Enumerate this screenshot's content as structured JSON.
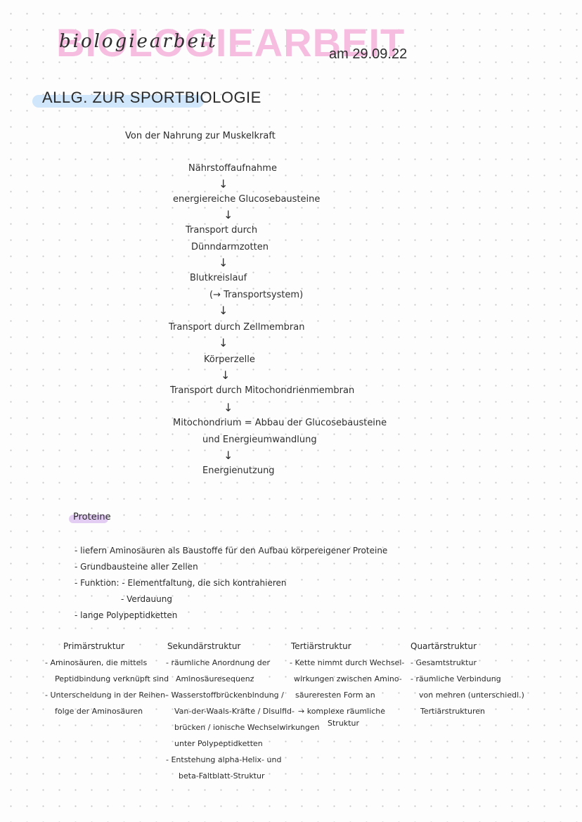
{
  "header": {
    "title_big": "BIOLOGIEARBEIT",
    "title_script": "biologiearbeit",
    "date": "am 29.09.22"
  },
  "section": {
    "title": "ALLG. ZUR SPORTBIOLOGIE",
    "subheading": "Von der Nahrung zur Muskelkraft"
  },
  "flow": {
    "steps": [
      "Nährstoffaufnahme",
      "energiereiche Glucosebausteine",
      "Transport durch",
      "Dünndarmzotten",
      "Blutkreislauf",
      "(→ Transportsystem)",
      "Transport durch Zellmembran",
      "Körperzelle",
      "Transport durch Mitochondrienmembran",
      "Mitochondrium = Abbau der Glucosebausteine",
      "und Energieumwandlung",
      "Energienutzung"
    ],
    "arrow": "↓"
  },
  "proteine": {
    "title": "Proteine",
    "bullets": [
      "- liefern Aminosäuren als Baustoffe für den Aufbau körpereigener Proteine",
      "- Grundbausteine aller Zellen",
      "- Funktion: - Elementfaltung, die sich kontrahieren",
      "- Verdauung",
      "- lange Polypeptidketten"
    ]
  },
  "structures": [
    {
      "heading": "Primärstruktur",
      "lines": [
        "- Aminosäuren, die mittels",
        "Peptidbindung verknüpft sind",
        "- Unterscheidung in der Reihen-",
        "folge der Aminosäuren"
      ]
    },
    {
      "heading": "Sekundärstruktur",
      "lines": [
        "- räumliche Anordnung der",
        "Aminosäuresequenz",
        "- Wasserstoffbrückenbindung /",
        "Van-der-Waals-Kräfte / Disulfid-",
        "brücken / ionische Wechselwirkungen",
        "unter Polypeptidketten",
        "- Entstehung alpha-Helix- und",
        "beta-Faltblatt-Struktur"
      ]
    },
    {
      "heading": "Tertiärstruktur",
      "lines": [
        "- Kette nimmt durch Wechsel-",
        "wirkungen zwischen Amino-",
        "säureresten Form an",
        "→ komplexe räumliche",
        "Struktur"
      ]
    },
    {
      "heading": "Quartärstruktur",
      "lines": [
        "- Gesamtstruktur",
        "- räumliche Verbindung",
        "von mehren (unterschiedl.)",
        "Tertiärstrukturen"
      ]
    }
  ]
}
